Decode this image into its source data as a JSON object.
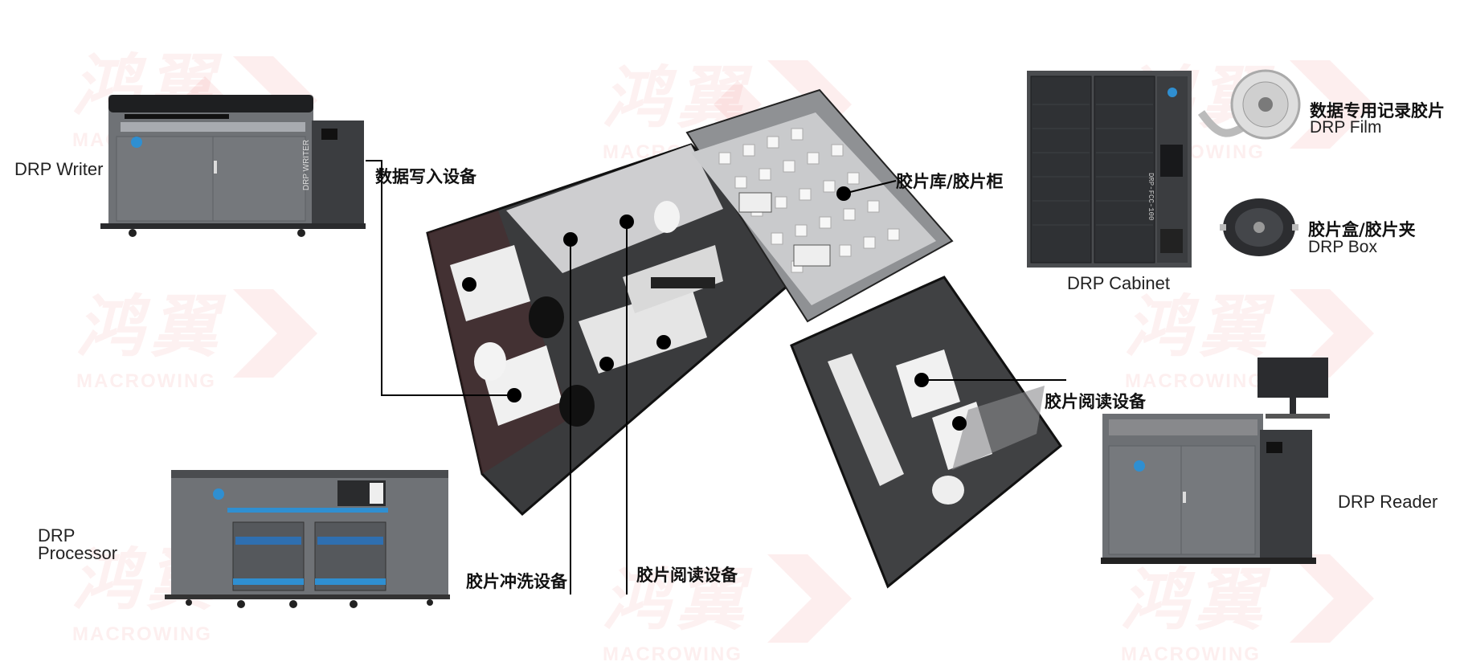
{
  "watermark": {
    "cn": "鸿翼",
    "en": "MACROWING"
  },
  "devices": {
    "writer": {
      "label": "DRP Writer",
      "panel_text": "DRP WRITER"
    },
    "processor": {
      "label_line1": "DRP",
      "label_line2": "Processor"
    },
    "cabinet": {
      "label": "DRP Cabinet",
      "panel_text": "DRP-FCC-100"
    },
    "film": {
      "label_cn": "数据专用记录胶片",
      "label_en": "DRP Film"
    },
    "box": {
      "label_cn": "胶片盒/胶片夹",
      "label_en": "DRP Box"
    },
    "reader": {
      "label": "DRP Reader"
    }
  },
  "callouts": {
    "writer_equipment": "数据写入设备",
    "film_library": "胶片库/胶片柜",
    "reader_equipment_right": "胶片阅读设备",
    "processing_equipment": "胶片冲洗设备",
    "reader_equipment_bottom": "胶片阅读设备"
  },
  "colors": {
    "accent_blue": "#2f8fd1",
    "device_gray": "#6b6e72",
    "watermark_red": "#eb7878"
  }
}
